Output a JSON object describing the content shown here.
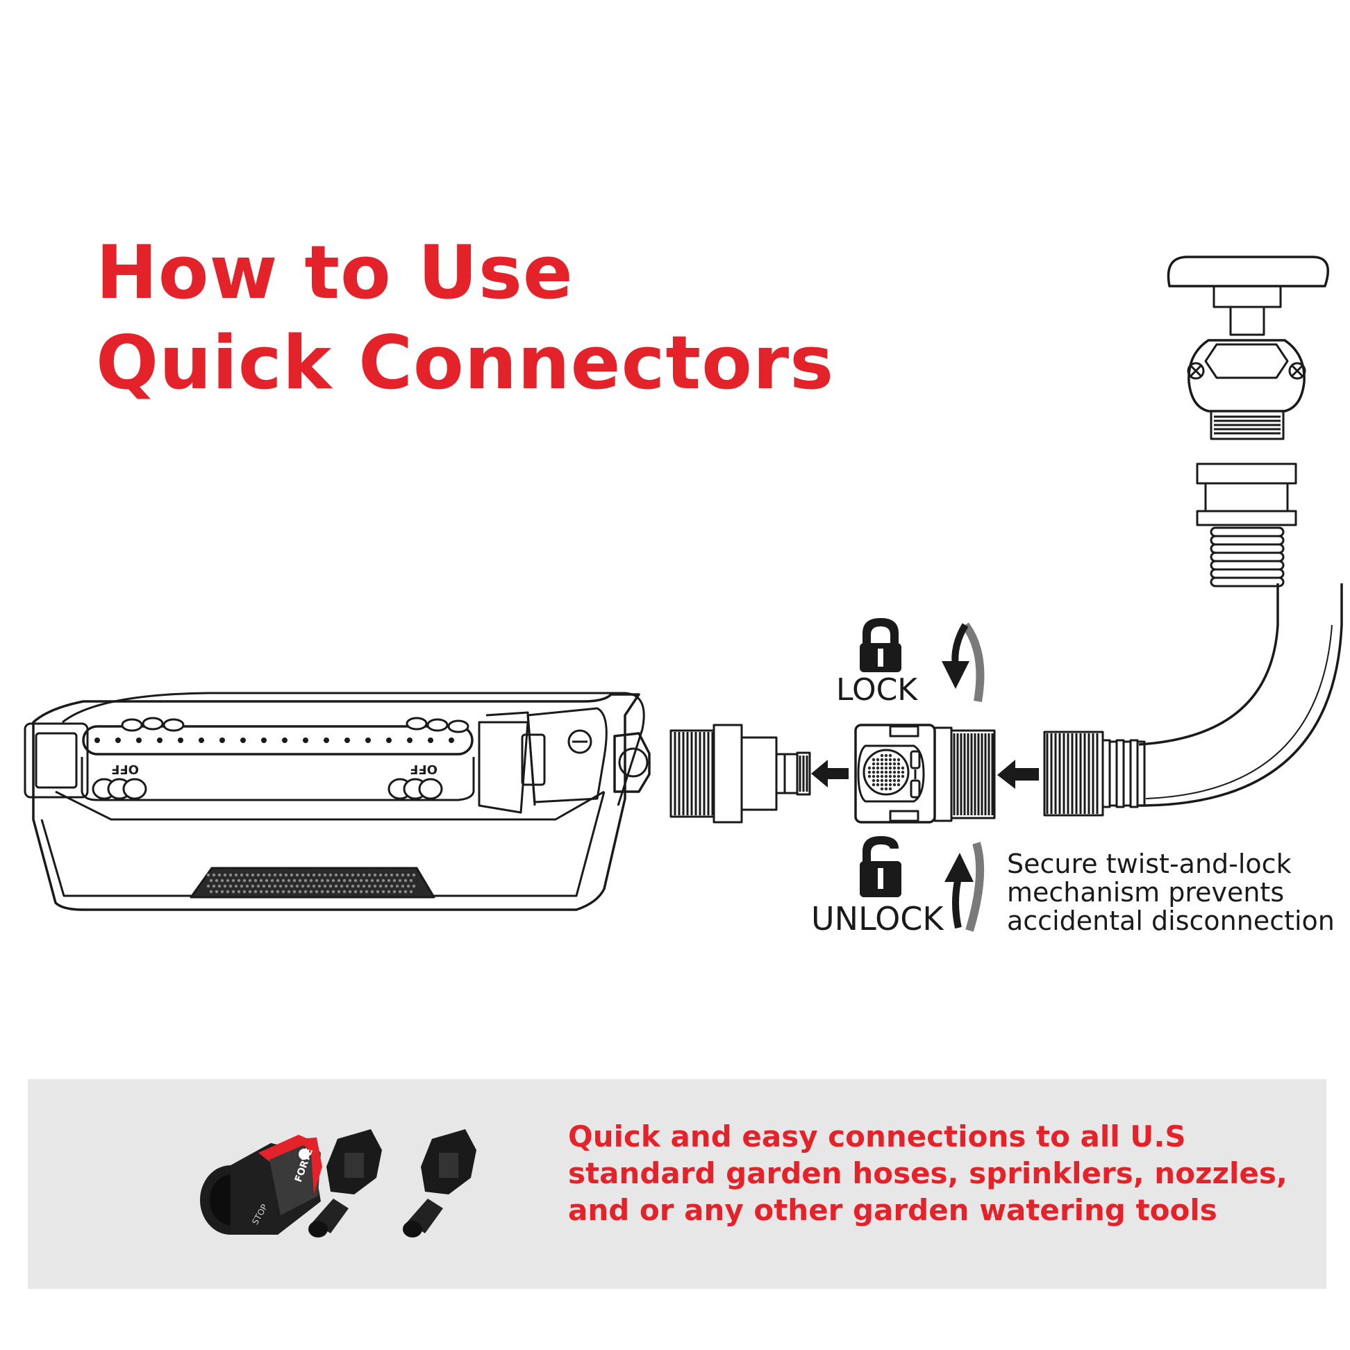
{
  "title": {
    "line1": "How to Use",
    "line2": "Quick Connectors"
  },
  "labels": {
    "lock": "LOCK",
    "unlock": "UNLOCK"
  },
  "description": {
    "line1": "Secure twist-and-lock",
    "line2": "mechanism prevents",
    "line3": "accidental disconnection"
  },
  "sprinkler": {
    "off_label_left": "OFF",
    "off_label_right": "OFF"
  },
  "product_brand": "FORTE",
  "product_stop": "STOP",
  "panel": {
    "line1": "Quick and easy connections to all U.S",
    "line2": "standard garden hoses, sprinklers, nozzles,",
    "line3": "and or any other garden watering tools"
  },
  "colors": {
    "accent": "#e42229",
    "ink": "#1a1a1a",
    "panel_bg": "#e7e7e7"
  },
  "icons": [
    "lock-closed-icon",
    "lock-open-icon",
    "rotate-arrow-icon",
    "arrow-left-icon"
  ]
}
